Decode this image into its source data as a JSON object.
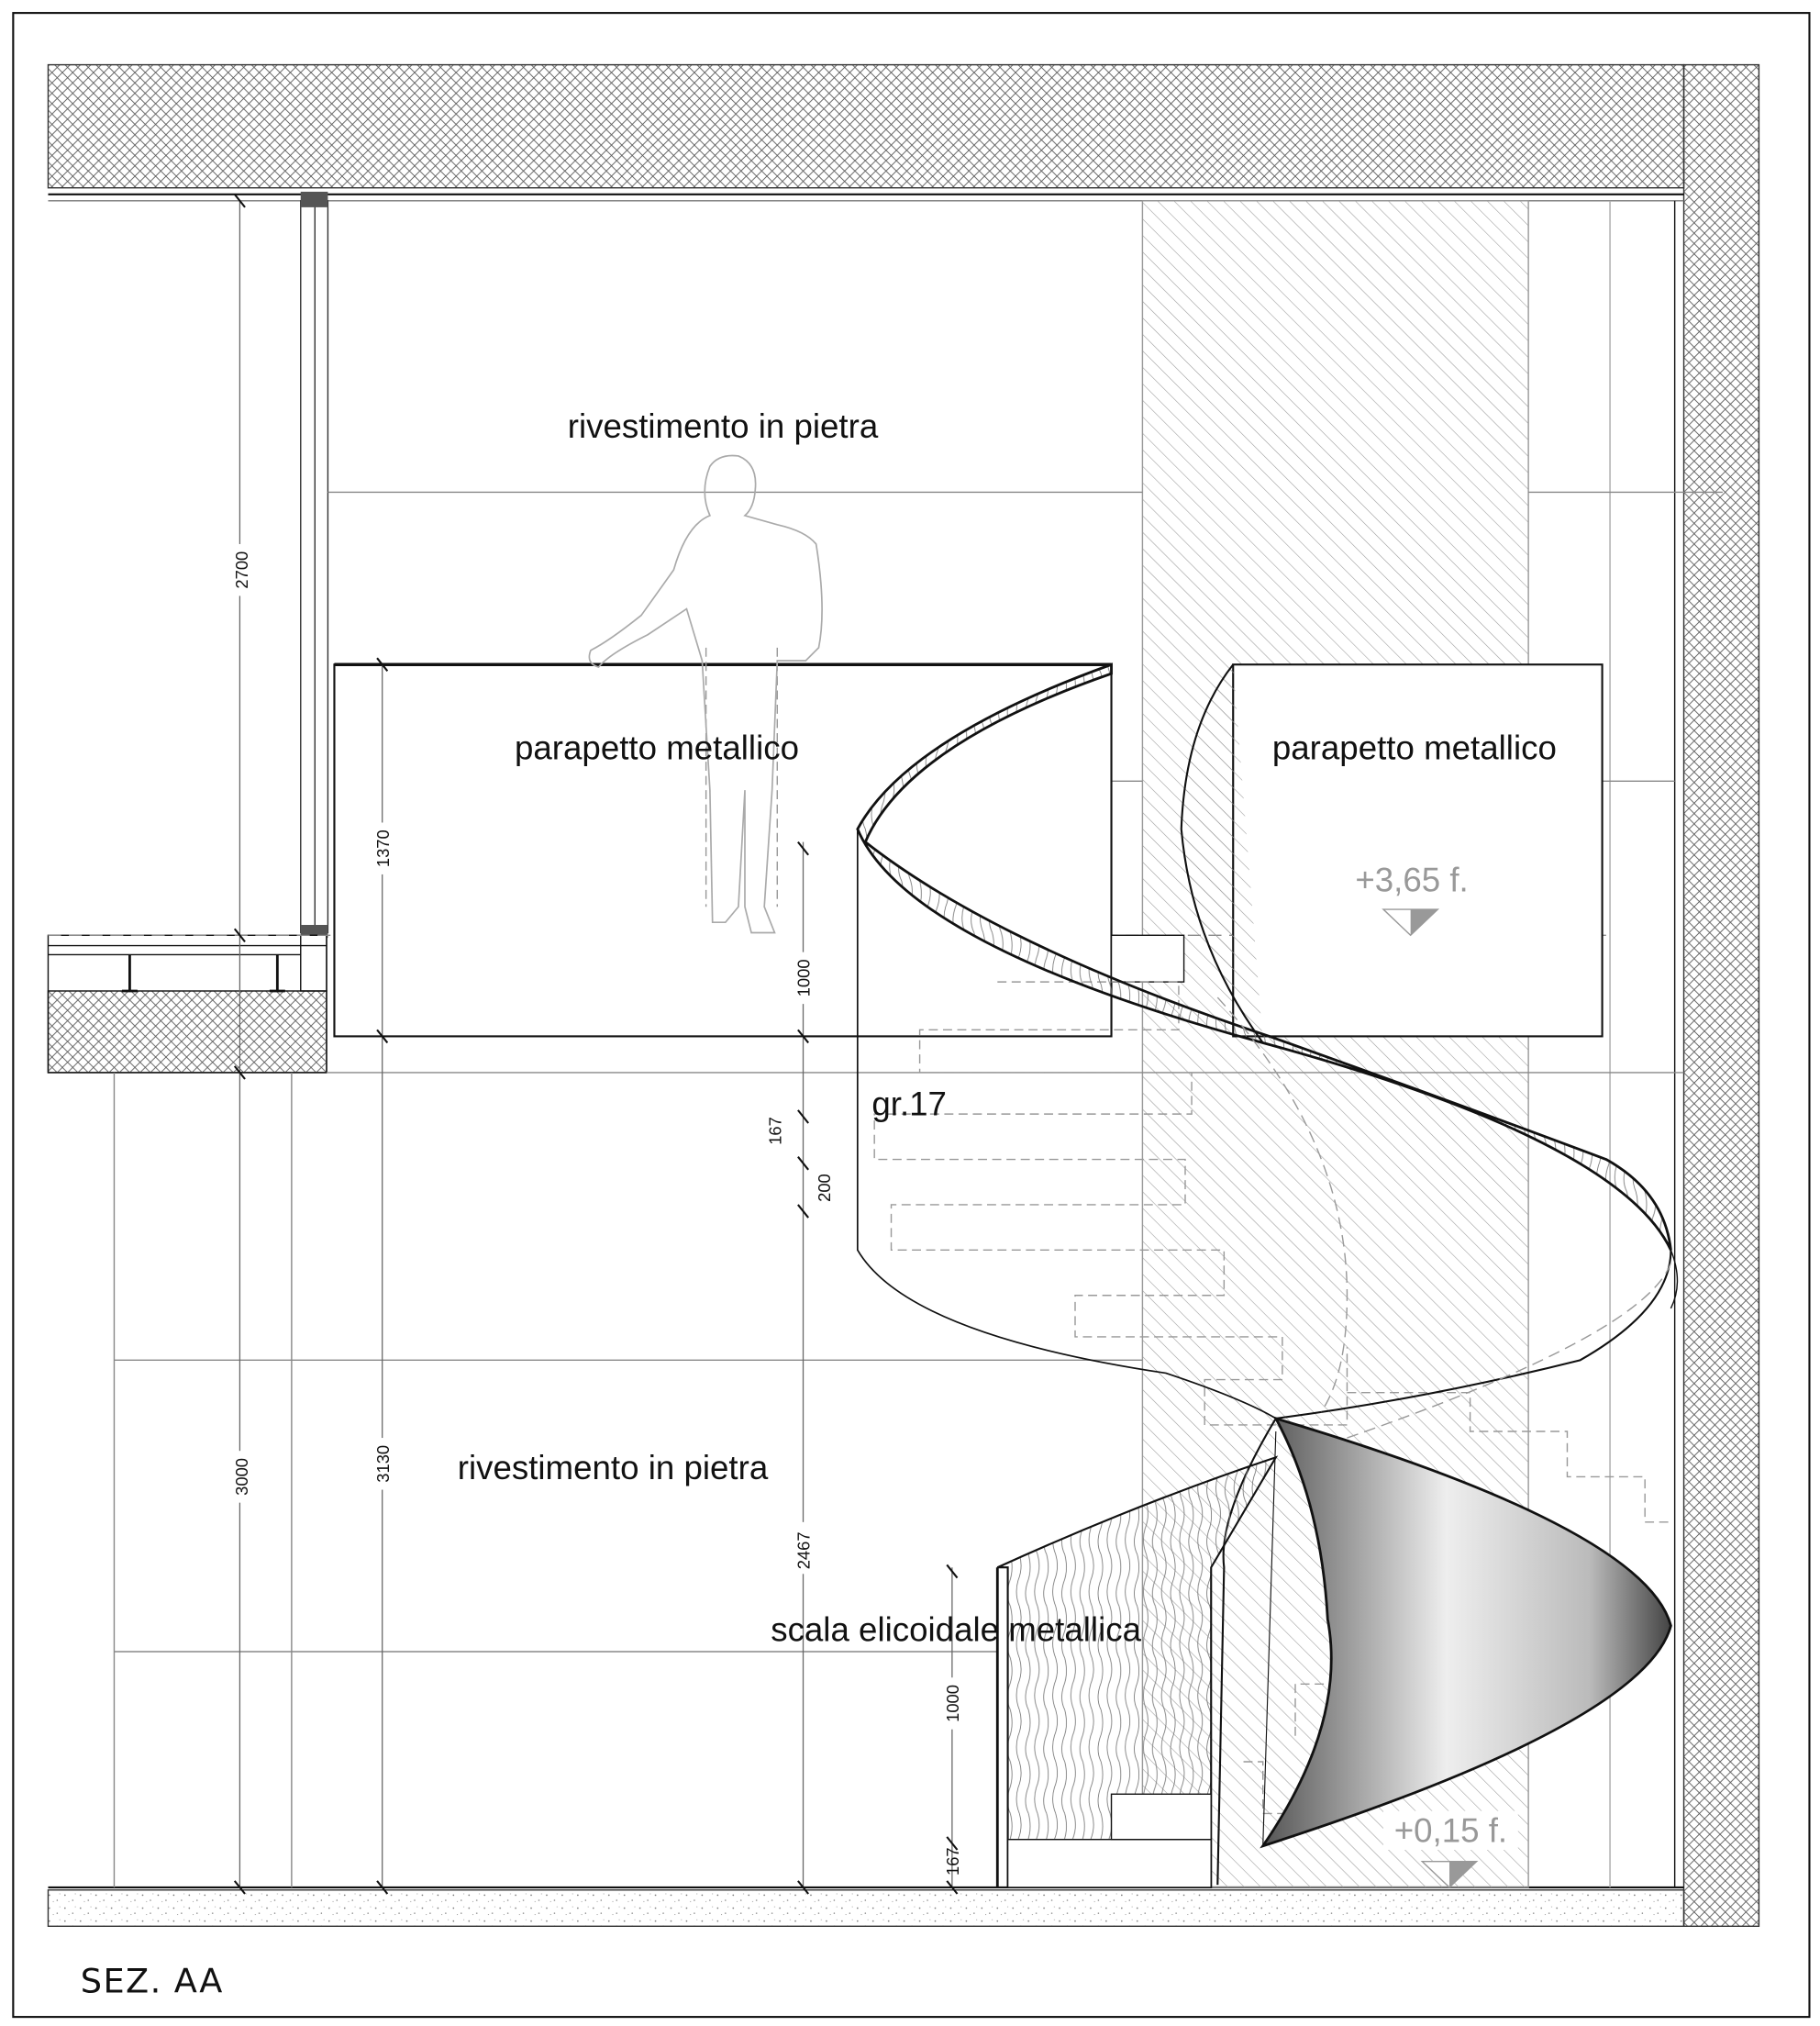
{
  "drawing": {
    "title": "SEZ. AA",
    "labels": {
      "stone_upper": "rivestimento in pietra",
      "parapet_left": "parapetto metallico",
      "parapet_right": "parapetto metallico",
      "steps": "gr.17",
      "stone_lower": "rivestimento in pietra",
      "stair": "scala elicoidale metallica"
    },
    "levels": {
      "upper": "+3,65 f.",
      "lower": "+0,15 f."
    },
    "dimensions": {
      "d2700": "2700",
      "d3000": "3000",
      "d1370": "1370",
      "d3130": "3130",
      "d1000_upper": "1000",
      "d167_upper": "167",
      "d200": "200",
      "d2467": "2467",
      "d1000_lower": "1000",
      "d167_lower": "167"
    },
    "colors": {
      "line": "#111111",
      "level": "#999999",
      "hatch": "#888888"
    }
  }
}
